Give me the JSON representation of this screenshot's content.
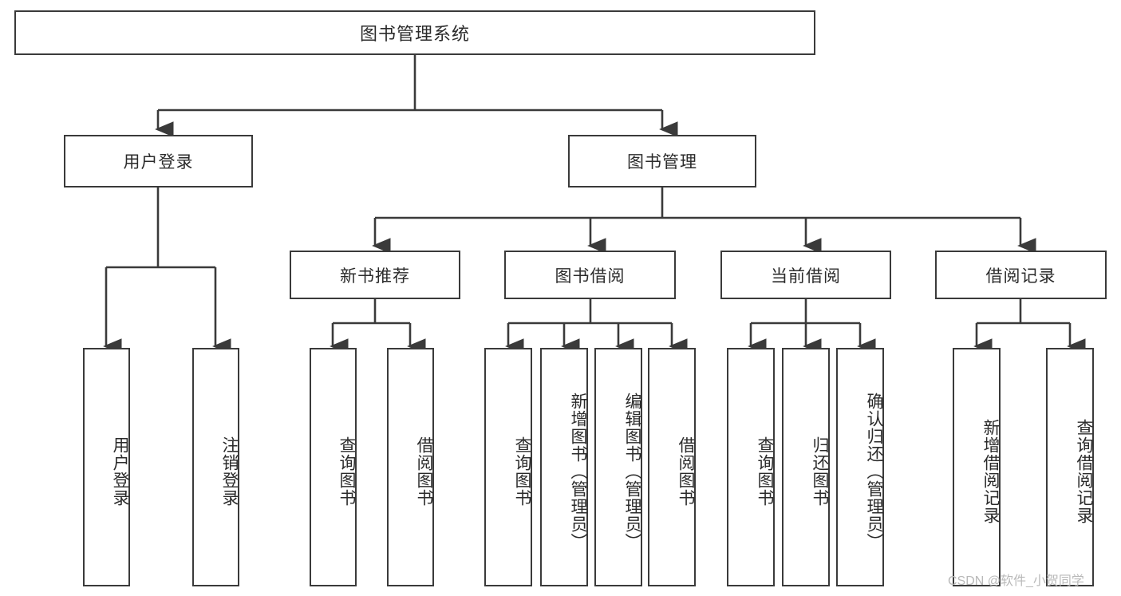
{
  "diagram": {
    "type": "tree-hierarchy",
    "title": "图书管理系统",
    "root": {
      "label": "图书管理系统"
    },
    "level1": [
      {
        "id": "user-login",
        "label": "用户登录"
      },
      {
        "id": "book-manage",
        "label": "图书管理"
      }
    ],
    "level2": [
      {
        "id": "new-book-recommend",
        "label": "新书推荐",
        "parent": "book-manage"
      },
      {
        "id": "book-borrow",
        "label": "图书借阅",
        "parent": "book-manage"
      },
      {
        "id": "current-borrow",
        "label": "当前借阅",
        "parent": "book-manage"
      },
      {
        "id": "borrow-record",
        "label": "借阅记录",
        "parent": "book-manage"
      }
    ],
    "leaves": [
      {
        "id": "leaf-user-login",
        "label": "用户登录",
        "parent": "user-login"
      },
      {
        "id": "leaf-logout-login",
        "label": "注销登录",
        "parent": "user-login"
      },
      {
        "id": "leaf-query-book-1",
        "label": "查询图书",
        "parent": "new-book-recommend"
      },
      {
        "id": "leaf-borrow-book-1",
        "label": "借阅图书",
        "parent": "new-book-recommend"
      },
      {
        "id": "leaf-query-book-2",
        "label": "查询图书",
        "parent": "book-borrow"
      },
      {
        "id": "leaf-add-book",
        "label": "新增图书（管理员）",
        "parent": "book-borrow"
      },
      {
        "id": "leaf-edit-book",
        "label": "编辑图书（管理员）",
        "parent": "book-borrow"
      },
      {
        "id": "leaf-borrow-book-2",
        "label": "借阅图书",
        "parent": "book-borrow"
      },
      {
        "id": "leaf-query-book-3",
        "label": "查询图书",
        "parent": "current-borrow"
      },
      {
        "id": "leaf-return-book",
        "label": "归还图书",
        "parent": "current-borrow"
      },
      {
        "id": "leaf-confirm-return",
        "label": "确认归还（管理员）",
        "parent": "current-borrow"
      },
      {
        "id": "leaf-add-record",
        "label": "新增借阅记录",
        "parent": "borrow-record"
      },
      {
        "id": "leaf-query-record",
        "label": "查询借阅记录",
        "parent": "borrow-record"
      }
    ],
    "colors": {
      "stroke": "#3a3a3a",
      "fill": "#ffffff",
      "text": "#2b2b2b",
      "watermark": "#b9b9b9"
    }
  },
  "watermark": {
    "text": "CSDN @软件_小贺同学"
  }
}
